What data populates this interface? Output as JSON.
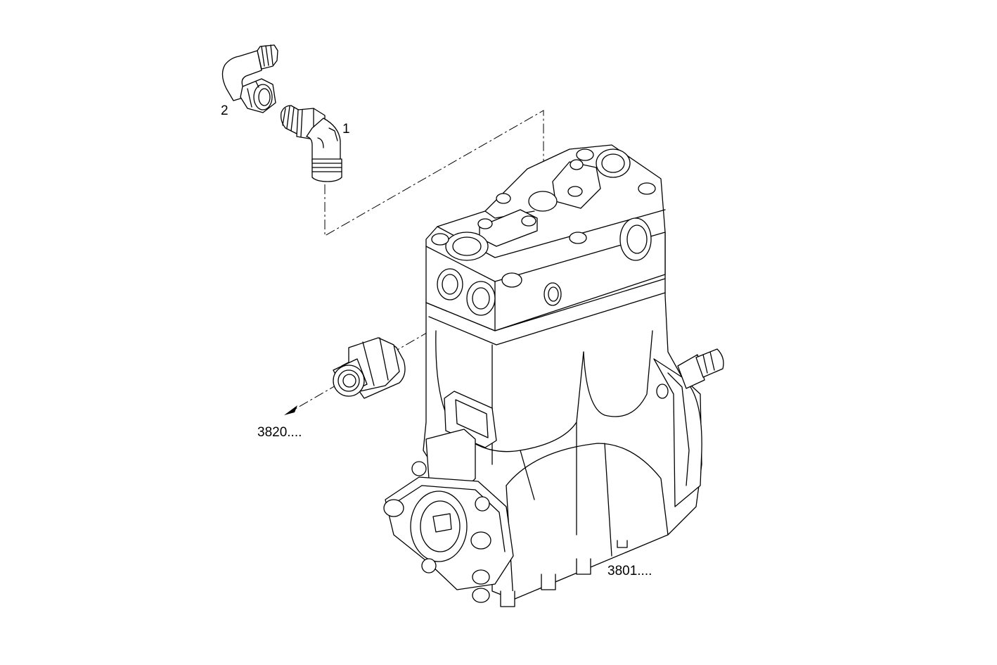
{
  "callouts": {
    "part_1": "1",
    "part_2": "2",
    "ref_3820": "3820....",
    "ref_3801": "3801...."
  },
  "colors": {
    "background": "#ffffff",
    "line": "#000000"
  }
}
